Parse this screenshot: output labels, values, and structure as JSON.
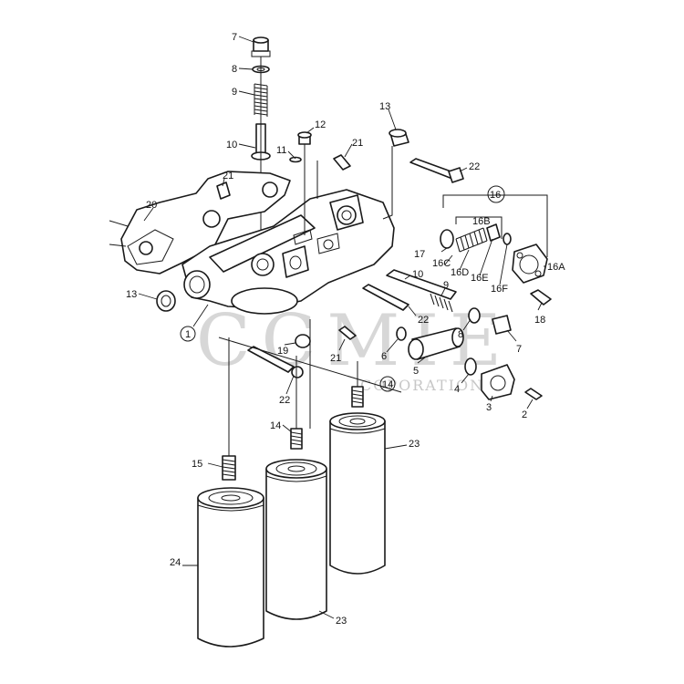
{
  "watermark": {
    "main": "CCMIE",
    "sub": "COPORATION"
  },
  "callouts": [
    {
      "id": "c-7-top",
      "text": "7"
    },
    {
      "id": "c-8-top",
      "text": "8"
    },
    {
      "id": "c-9-top",
      "text": "9"
    },
    {
      "id": "c-10-top",
      "text": "10"
    },
    {
      "id": "c-12",
      "text": "12"
    },
    {
      "id": "c-11",
      "text": "11"
    },
    {
      "id": "c-21-top",
      "text": "21"
    },
    {
      "id": "c-13-top",
      "text": "13"
    },
    {
      "id": "c-22-top",
      "text": "22"
    },
    {
      "id": "c-21-left",
      "text": "21"
    },
    {
      "id": "c-20",
      "text": "20"
    },
    {
      "id": "c-16",
      "text": "16"
    },
    {
      "id": "c-16B",
      "text": "16B"
    },
    {
      "id": "c-17",
      "text": "17"
    },
    {
      "id": "c-16C",
      "text": "16C"
    },
    {
      "id": "c-16D",
      "text": "16D"
    },
    {
      "id": "c-16E",
      "text": "16E"
    },
    {
      "id": "c-16F",
      "text": "16F"
    },
    {
      "id": "c-16A",
      "text": "16A"
    },
    {
      "id": "c-10-mid",
      "text": "10"
    },
    {
      "id": "c-9-mid",
      "text": "9"
    },
    {
      "id": "c-13-left",
      "text": "13"
    },
    {
      "id": "c-1",
      "text": "1"
    },
    {
      "id": "c-22-mid",
      "text": "22"
    },
    {
      "id": "c-18",
      "text": "18"
    },
    {
      "id": "c-8-mid",
      "text": "8"
    },
    {
      "id": "c-7-mid",
      "text": "7"
    },
    {
      "id": "c-19",
      "text": "19"
    },
    {
      "id": "c-21-mid",
      "text": "21"
    },
    {
      "id": "c-6",
      "text": "6"
    },
    {
      "id": "c-5",
      "text": "5"
    },
    {
      "id": "c-4",
      "text": "4"
    },
    {
      "id": "c-3",
      "text": "3"
    },
    {
      "id": "c-2",
      "text": "2"
    },
    {
      "id": "c-14-circ",
      "text": "14"
    },
    {
      "id": "c-22-low",
      "text": "22"
    },
    {
      "id": "c-14",
      "text": "14"
    },
    {
      "id": "c-23-top",
      "text": "23"
    },
    {
      "id": "c-15",
      "text": "15"
    },
    {
      "id": "c-24",
      "text": "24"
    },
    {
      "id": "c-23-bot",
      "text": "23"
    }
  ]
}
